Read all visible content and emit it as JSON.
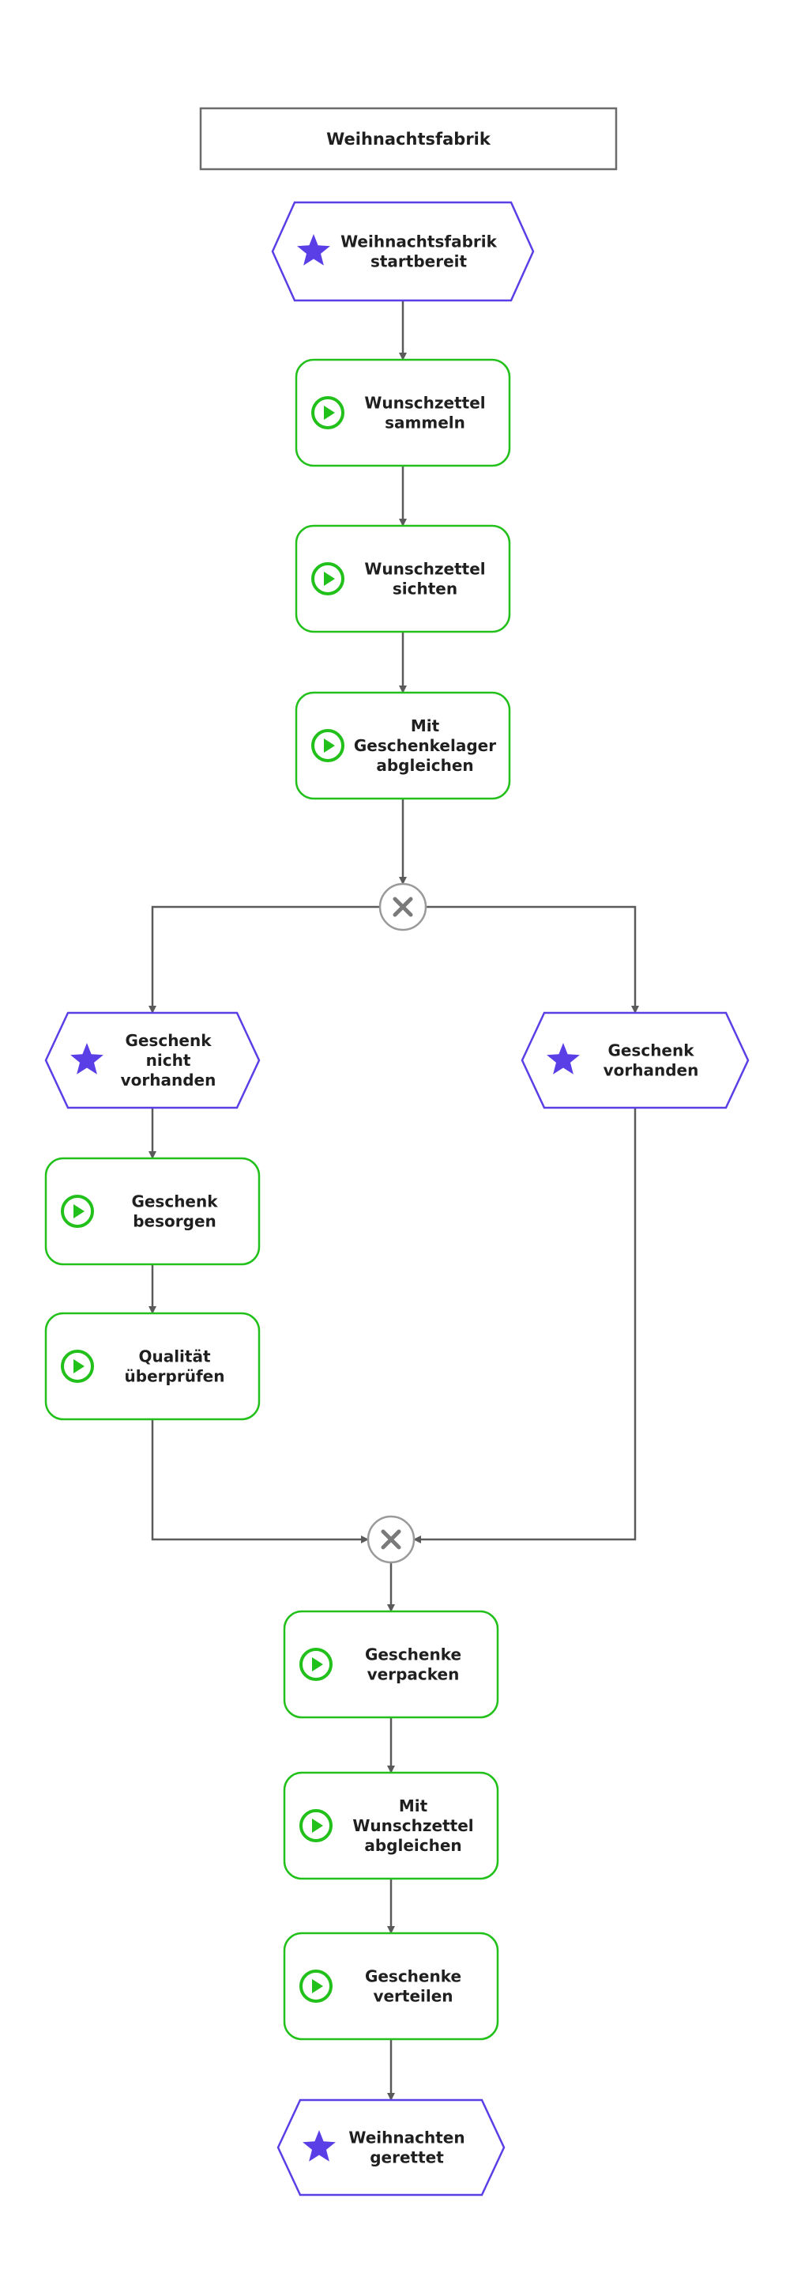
{
  "diagram": {
    "title": "Weihnachtsfabrik",
    "colors": {
      "event": "#5b3fe6",
      "function": "#22c01a",
      "connector": "#9a9a9a",
      "edge": "#5a5a5a",
      "title_border": "#6b6b6b"
    },
    "nodes": [
      {
        "id": "e-start",
        "kind": "event",
        "icon": "star-icon",
        "lines": [
          "Weihnachtsfabrik",
          "startbereit"
        ]
      },
      {
        "id": "f-sammeln",
        "kind": "function",
        "icon": "play-icon",
        "lines": [
          "Wunschzettel",
          "sammeln"
        ]
      },
      {
        "id": "f-sichten",
        "kind": "function",
        "icon": "play-icon",
        "lines": [
          "Wunschzettel",
          "sichten"
        ]
      },
      {
        "id": "f-abgleichen-lager",
        "kind": "function",
        "icon": "play-icon",
        "lines": [
          "Mit",
          "Geschenkelager",
          "abgleichen"
        ]
      },
      {
        "id": "x-split",
        "kind": "xor",
        "icon": "close-icon",
        "lines": []
      },
      {
        "id": "e-nicht-vorhanden",
        "kind": "event",
        "icon": "star-icon",
        "lines": [
          "Geschenk",
          "nicht",
          "vorhanden"
        ]
      },
      {
        "id": "e-vorhanden",
        "kind": "event",
        "icon": "star-icon",
        "lines": [
          "Geschenk",
          "vorhanden"
        ]
      },
      {
        "id": "f-besorgen",
        "kind": "function",
        "icon": "play-icon",
        "lines": [
          "Geschenk",
          "besorgen"
        ]
      },
      {
        "id": "f-qualitaet",
        "kind": "function",
        "icon": "play-icon",
        "lines": [
          "Qualität",
          "überprüfen"
        ]
      },
      {
        "id": "x-join",
        "kind": "xor",
        "icon": "close-icon",
        "lines": []
      },
      {
        "id": "f-verpacken",
        "kind": "function",
        "icon": "play-icon",
        "lines": [
          "Geschenke",
          "verpacken"
        ]
      },
      {
        "id": "f-abgleichen-wunsch",
        "kind": "function",
        "icon": "play-icon",
        "lines": [
          "Mit",
          "Wunschzettel",
          "abgleichen"
        ]
      },
      {
        "id": "f-verteilen",
        "kind": "function",
        "icon": "play-icon",
        "lines": [
          "Geschenke",
          "verteilen"
        ]
      },
      {
        "id": "e-end",
        "kind": "event",
        "icon": "star-icon",
        "lines": [
          "Weihnachten",
          "gerettet"
        ]
      }
    ],
    "edges": [
      [
        "e-start",
        "f-sammeln"
      ],
      [
        "f-sammeln",
        "f-sichten"
      ],
      [
        "f-sichten",
        "f-abgleichen-lager"
      ],
      [
        "f-abgleichen-lager",
        "x-split"
      ],
      [
        "x-split",
        "e-nicht-vorhanden"
      ],
      [
        "x-split",
        "e-vorhanden"
      ],
      [
        "e-nicht-vorhanden",
        "f-besorgen"
      ],
      [
        "f-besorgen",
        "f-qualitaet"
      ],
      [
        "f-qualitaet",
        "x-join"
      ],
      [
        "e-vorhanden",
        "x-join"
      ],
      [
        "x-join",
        "f-verpacken"
      ],
      [
        "f-verpacken",
        "f-abgleichen-wunsch"
      ],
      [
        "f-abgleichen-wunsch",
        "f-verteilen"
      ],
      [
        "f-verteilen",
        "e-end"
      ]
    ]
  }
}
